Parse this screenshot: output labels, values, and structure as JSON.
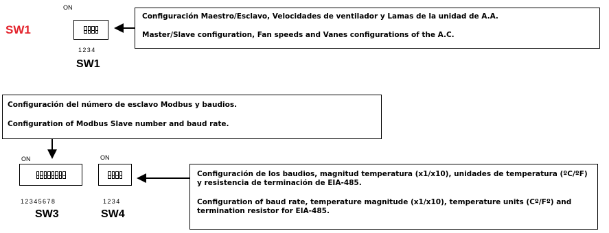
{
  "sw1_label_red": "SW1",
  "sw1": {
    "on": "ON",
    "numbers": "1234",
    "name": "SW1",
    "switch_count": 4
  },
  "sw3": {
    "on": "ON",
    "numbers": "12345678",
    "name": "SW3",
    "switch_count": 8
  },
  "sw4": {
    "on": "ON",
    "numbers": "1234",
    "name": "SW4",
    "switch_count": 4
  },
  "box_sw1": {
    "es": "Configuración Maestro/Esclavo, Velocidades de ventilador y Lamas de la unidad de A.A.",
    "en": "Master/Slave configuration, Fan speeds and Vanes configurations of the A.C."
  },
  "box_sw3": {
    "es": "Configuración del número de esclavo Modbus y baudios.",
    "en": "Configuration of Modbus Slave number and baud rate."
  },
  "box_sw4": {
    "es": "Configuración de los baudios, magnitud temperatura (x1/x10), unidades de temperatura (ºC/ºF) y resistencia de terminación de EIA-485.",
    "en": "Configuration of baud rate, temperature magnitude (x1/x10), temperature units (Cº/Fº) and termination resistor for EIA-485."
  },
  "colors": {
    "label_red": "#e3222b",
    "line": "#000000"
  }
}
